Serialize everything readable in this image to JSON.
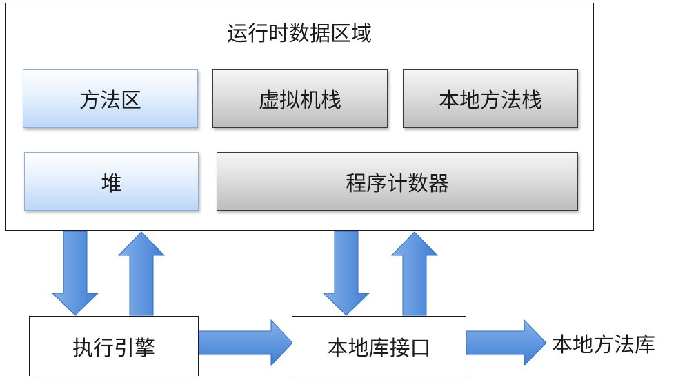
{
  "runtime_area": {
    "title": "运行时数据区域",
    "boxes": {
      "method_area": "方法区",
      "vm_stack": "虚拟机栈",
      "native_method_stack": "本地方法栈",
      "heap": "堆",
      "program_counter": "程序计数器"
    }
  },
  "bottom": {
    "execution_engine": "执行引擎",
    "native_interface": "本地库接口",
    "native_library": "本地方法库"
  },
  "colors": {
    "blue_box_fill": "#bcd6f8",
    "blue_box_border": "#8aaee0",
    "gray_box_fill": "#bdbdbd",
    "arrow_fill_light": "#86b0ea",
    "arrow_fill_dark": "#3f7fd4",
    "arrow_border": "#2e6cc0"
  }
}
